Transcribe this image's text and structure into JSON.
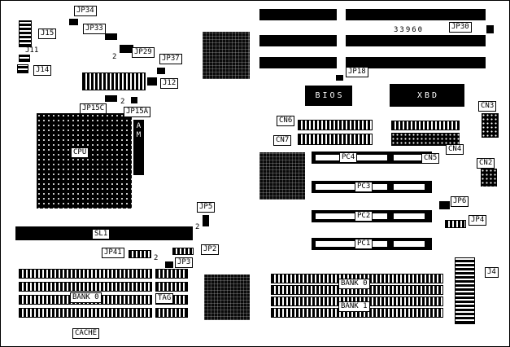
{
  "diagram": {
    "labels": {
      "j15": "J15",
      "j11": "J11",
      "j14": "J14",
      "jp34": "JP34",
      "jp33": "JP33",
      "jp29": "JP29",
      "jp37": "JP37",
      "j12": "J12",
      "jp15c": "JP15C",
      "jp15a": "JP15A",
      "sl1": "SL1",
      "jp5": "JP5",
      "jp41": "JP41",
      "jp2": "JP2",
      "jp3": "JP3",
      "cache": "CACHE",
      "jp30": "JP30",
      "jp18": "JP18",
      "cn2": "CN2",
      "cn3": "CN3",
      "cn4": "CN4",
      "cn5": "CN5",
      "cn6": "CN6",
      "cn7": "CN7",
      "pc1": "PC1",
      "pc2": "PC2",
      "pc3": "PC3",
      "pc4": "PC4",
      "jp6": "JP6",
      "jp4": "JP4",
      "j4": "J4"
    },
    "chips": {
      "cpu": "CPU",
      "bios": "BIOS",
      "xbd": "XBD",
      "am": "A\nM",
      "tag": "TAG",
      "bank0_left": "BANK 0",
      "bank0_right": "BANK 0",
      "bank1": "BANK 1"
    },
    "texts": {
      "board_number": "33960",
      "pin2": "2"
    }
  }
}
